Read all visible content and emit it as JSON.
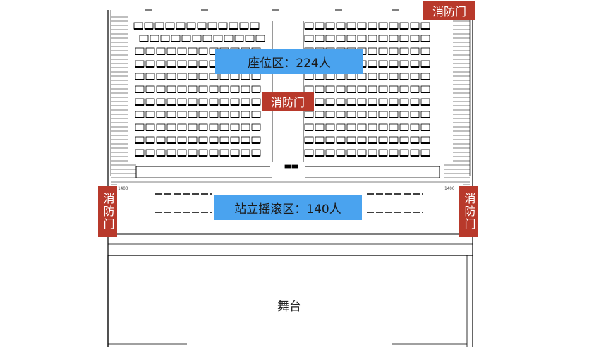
{
  "zones": {
    "seating": {
      "label": "座位区：224人"
    },
    "standing": {
      "label": "站立摇滚区：140人"
    },
    "stage": {
      "label": "舞台"
    }
  },
  "exits": {
    "top_right": "消防门",
    "center": "消防门",
    "left": "消防门",
    "right": "消防门"
  },
  "colors": {
    "zone_highlight": "#4aa3ef",
    "exit_badge": "#b8392b",
    "line": "#000000"
  }
}
